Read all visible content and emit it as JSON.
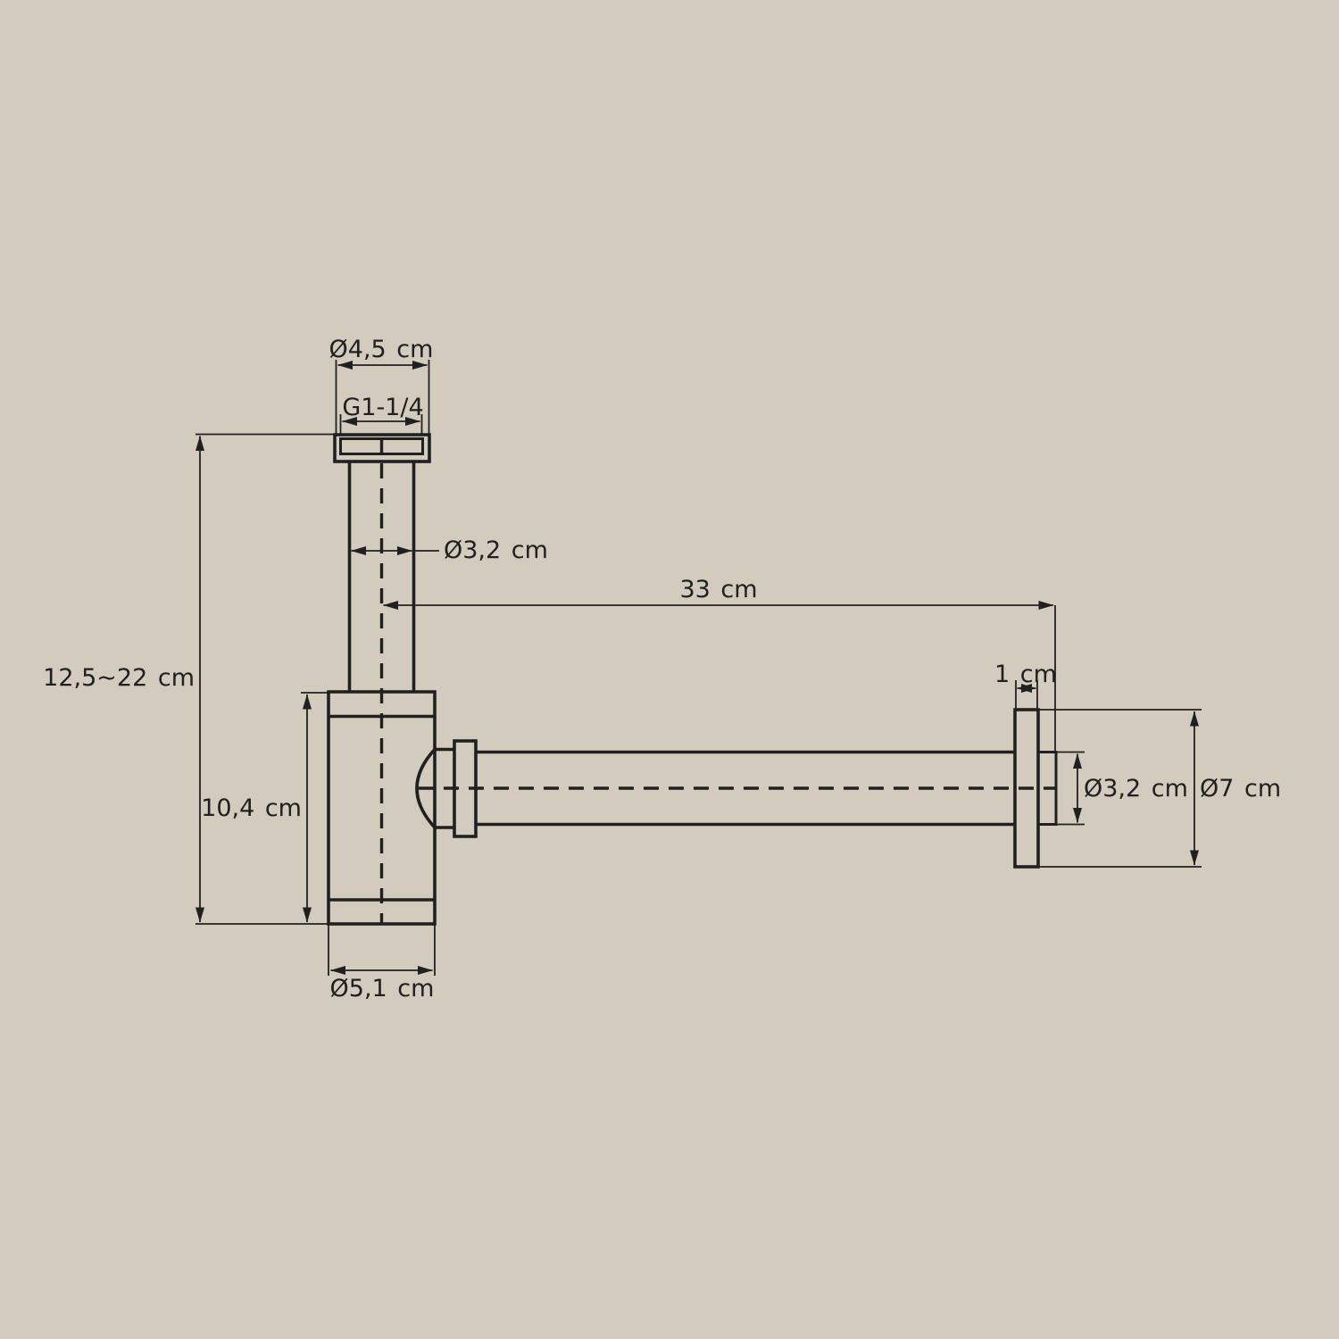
{
  "page": {
    "background_color": "#d3ccbe",
    "line_color": "#202020"
  },
  "drawing": {
    "type": "technical dimension drawing",
    "subject": "bottle trap siphon with wall outlet pipe",
    "labels": {
      "top_nut_diameter": "Ø4,5 cm",
      "thread_size": "G1-1/4",
      "inlet_pipe_diameter": "Ø3,2 cm",
      "height_range": "12,5~22 cm",
      "wall_pipe_length": "33 cm",
      "flange_thickness": "1 cm",
      "body_height": "10,4 cm",
      "wall_pipe_diameter": "Ø3,2 cm",
      "flange_diameter": "Ø7 cm",
      "body_diameter": "Ø5,1 cm"
    }
  }
}
